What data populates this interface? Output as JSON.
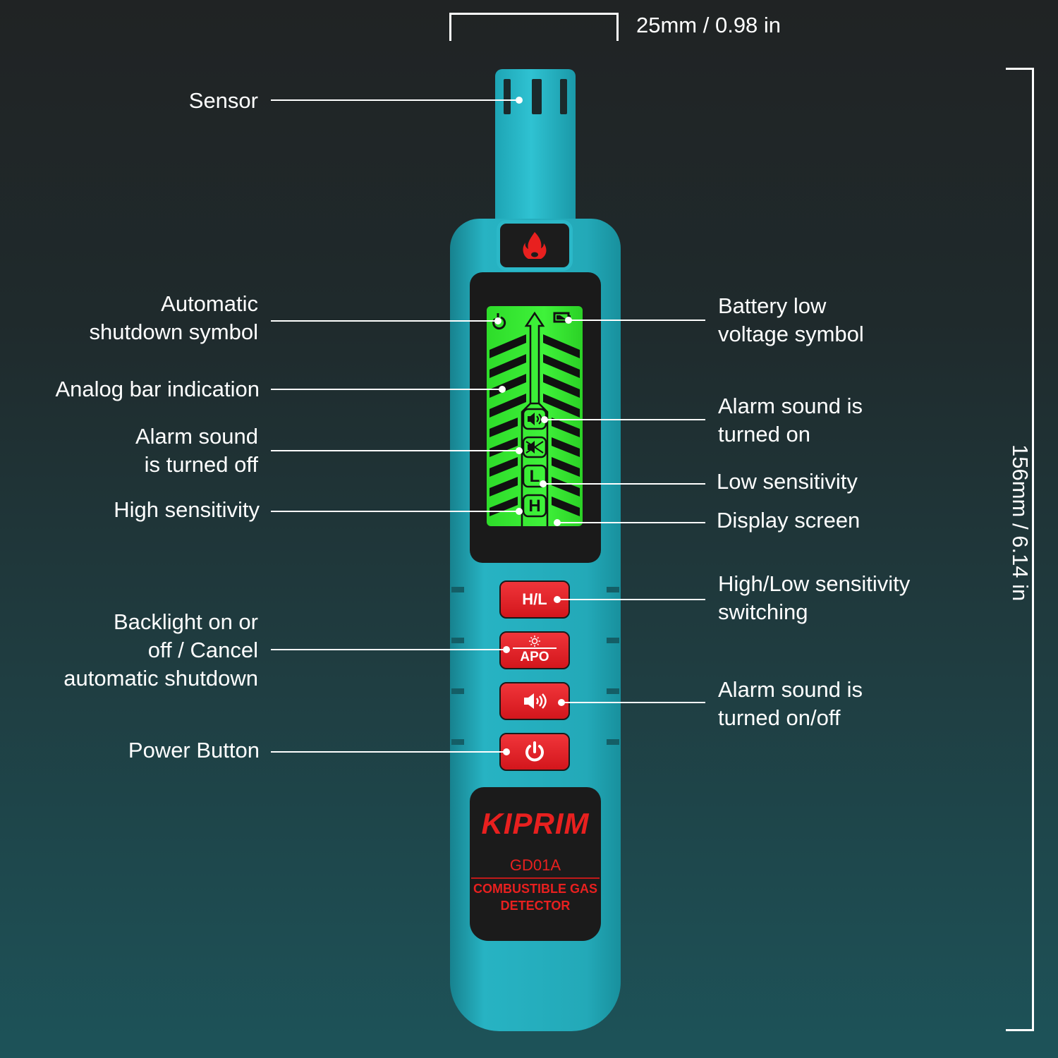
{
  "dimensions": {
    "width_label": "25mm / 0.98 in",
    "height_label": "156mm / 6.14 in"
  },
  "device": {
    "brand": "KIPRIM",
    "model": "GD01A",
    "description_line1": "COMBUSTIBLE GAS",
    "description_line2": "DETECTOR",
    "icons": {
      "top_cap": "flame-icon",
      "lcd": [
        "power-icon",
        "battery-low-icon",
        "arrow-up-icon",
        "speaker-on-icon",
        "speaker-off-icon"
      ]
    },
    "lcd_labels": {
      "low": "L",
      "high": "H"
    },
    "buttons": [
      {
        "id": "hl",
        "label": "H/L"
      },
      {
        "id": "apo",
        "label": "APO",
        "icon": "sun-icon"
      },
      {
        "id": "alarm",
        "label": "",
        "icon": "speaker-icon"
      },
      {
        "id": "power",
        "label": "",
        "icon": "power-icon"
      }
    ]
  },
  "callouts": {
    "left": [
      {
        "text": "Sensor"
      },
      {
        "text": "Automatic\nshutdown symbol"
      },
      {
        "text": "Analog bar indication"
      },
      {
        "text": "Alarm sound\nis turned off"
      },
      {
        "text": "High sensitivity"
      },
      {
        "text": "Backlight on or\noff / Cancel\nautomatic shutdown"
      },
      {
        "text": "Power Button"
      }
    ],
    "right": [
      {
        "text": "Battery low\nvoltage symbol"
      },
      {
        "text": "Alarm sound is\nturned on"
      },
      {
        "text": "Low sensitivity"
      },
      {
        "text": "Display screen"
      },
      {
        "text": "High/Low sensitivity\nswitching"
      },
      {
        "text": "Alarm sound is\nturned on/off"
      }
    ]
  },
  "colors": {
    "bg_top": "#202324",
    "bg_bottom": "#1d5359",
    "device_teal": "#27b3c3",
    "button_red": "#e32228",
    "lcd_green": "#3ff23a",
    "brand_red": "#e8201f"
  }
}
